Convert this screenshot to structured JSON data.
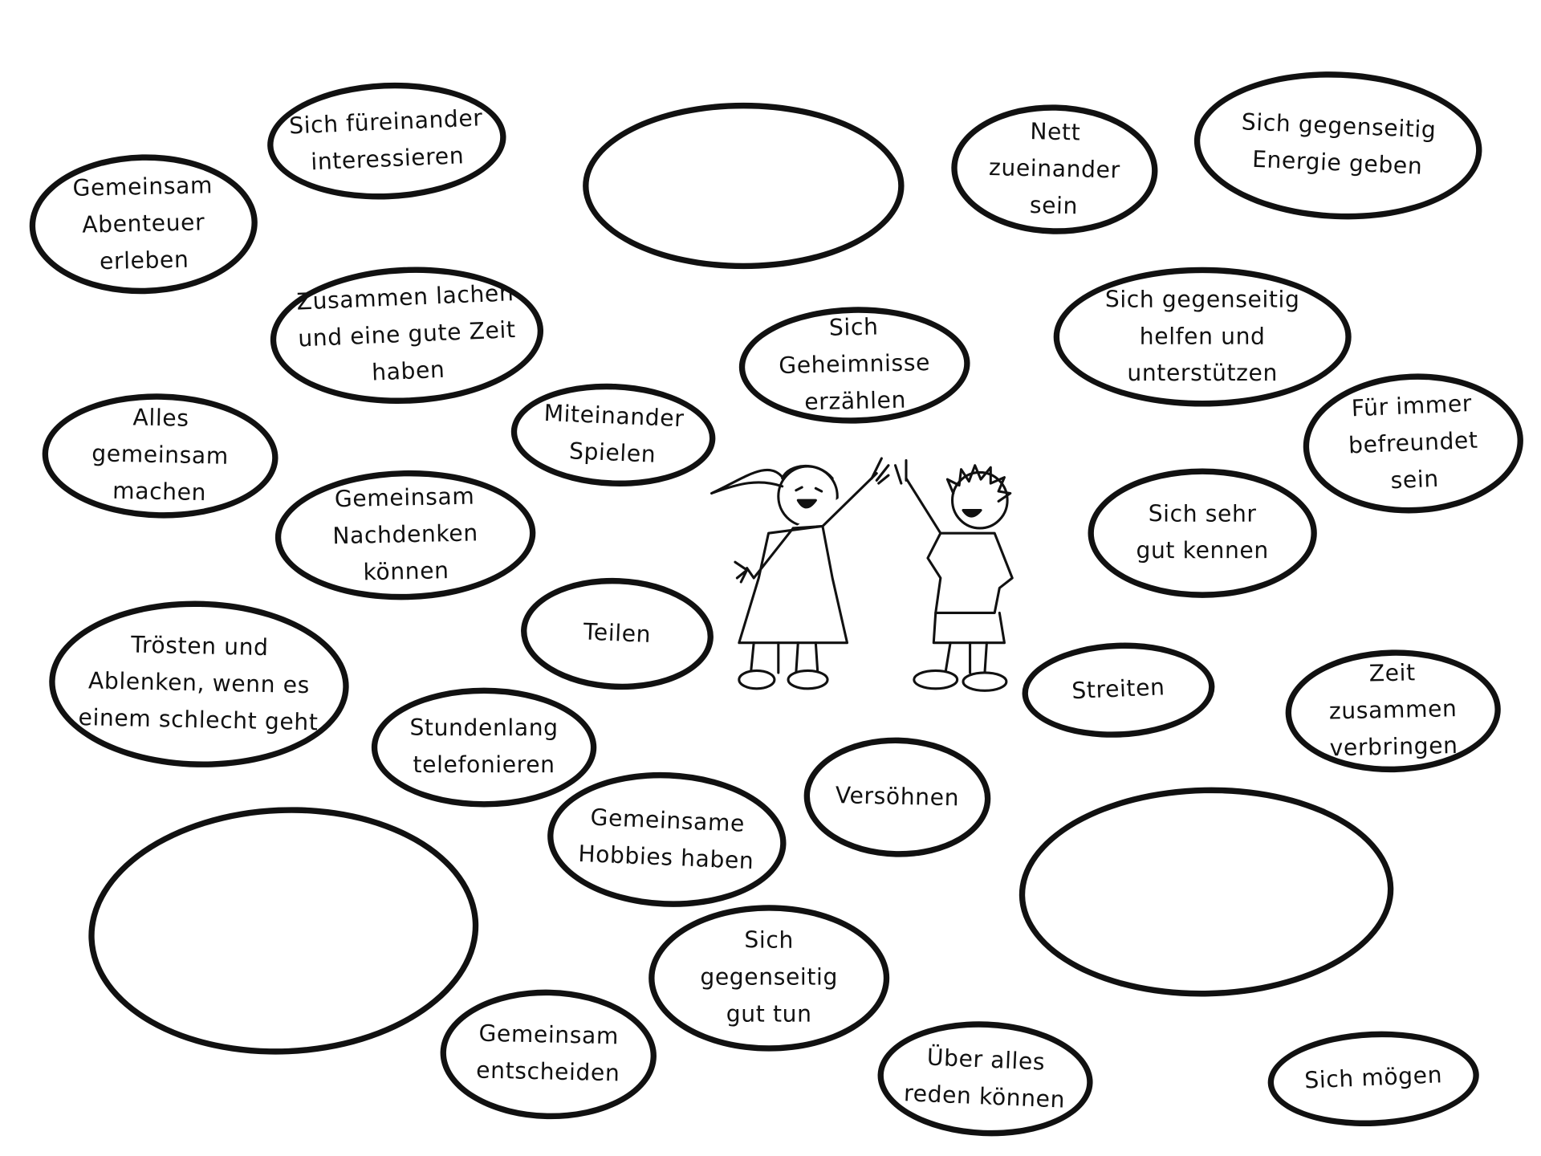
{
  "bubbles": [
    {
      "lines": [
        "Sich füreinander",
        "interessieren"
      ]
    },
    {
      "lines": [
        "Gemeinsam",
        "Abenteuer",
        "erleben"
      ]
    },
    {
      "lines": []
    },
    {
      "lines": [
        "Nett",
        "zueinander",
        "sein"
      ]
    },
    {
      "lines": [
        "Sich gegenseitig",
        "Energie geben"
      ]
    },
    {
      "lines": [
        "Zusammen lachen",
        "und eine gute Zeit",
        "haben"
      ]
    },
    {
      "lines": [
        "Sich",
        "Geheimnisse",
        "erzählen"
      ]
    },
    {
      "lines": [
        "Sich gegenseitig",
        "helfen und",
        "unterstützen"
      ]
    },
    {
      "lines": [
        "Alles",
        "gemeinsam",
        "machen"
      ]
    },
    {
      "lines": [
        "Miteinander",
        "Spielen"
      ]
    },
    {
      "lines": [
        "Für immer",
        "befreundet",
        "sein"
      ]
    },
    {
      "lines": [
        "Gemeinsam",
        "Nachdenken",
        "können"
      ]
    },
    {
      "lines": [
        "Sich sehr",
        "gut kennen"
      ]
    },
    {
      "lines": [
        "Trösten und",
        "Ablenken, wenn es",
        "einem schlecht geht"
      ]
    },
    {
      "lines": [
        "Teilen"
      ]
    },
    {
      "lines": [
        "Streiten"
      ]
    },
    {
      "lines": [
        "Zeit",
        "zusammen",
        "verbringen"
      ]
    },
    {
      "lines": [
        "Stundenlang",
        "telefonieren"
      ]
    },
    {
      "lines": [
        "Versöhnen"
      ]
    },
    {
      "lines": [
        "Gemeinsame",
        "Hobbies haben"
      ]
    },
    {
      "lines": []
    },
    {
      "lines": []
    },
    {
      "lines": [
        "Sich",
        "gegenseitig",
        "gut tun"
      ]
    },
    {
      "lines": [
        "Gemeinsam",
        "entscheiden"
      ]
    },
    {
      "lines": [
        "Über alles",
        "reden können"
      ]
    },
    {
      "lines": [
        "Sich mögen"
      ]
    }
  ]
}
